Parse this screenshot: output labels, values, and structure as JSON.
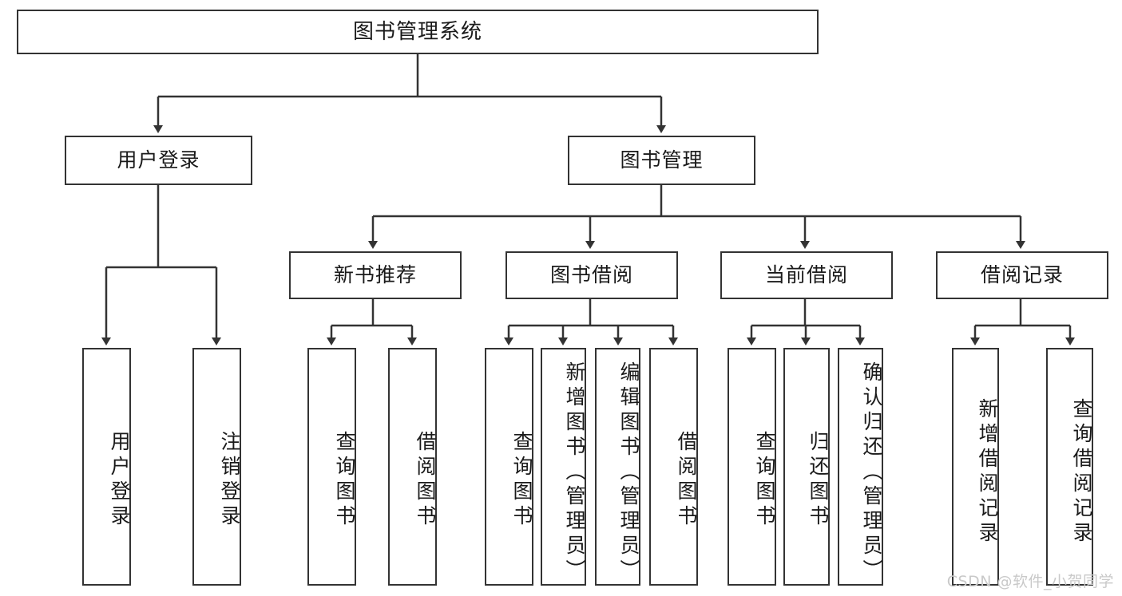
{
  "diagram": {
    "title": "图书管理系统",
    "watermark": "CSDN @软件_小贺同学",
    "stroke_color": "#333333",
    "background_color": "#ffffff",
    "text_color": "#1a1a1a",
    "watermark_color": "#c9c9c9",
    "nodes": {
      "root": {
        "label": "图书管理系统"
      },
      "level2": [
        {
          "id": "user-login",
          "label": "用户登录"
        },
        {
          "id": "book-manage",
          "label": "图书管理"
        }
      ],
      "level3": [
        {
          "id": "new-book-recommend",
          "label": "新书推荐"
        },
        {
          "id": "book-borrow",
          "label": "图书借阅"
        },
        {
          "id": "current-borrow",
          "label": "当前借阅"
        },
        {
          "id": "borrow-record",
          "label": "借阅记录"
        }
      ],
      "leaves": {
        "user_login": [
          {
            "id": "leaf-user-login",
            "label": "用户登录"
          },
          {
            "id": "leaf-user-logout",
            "label": "注销登录"
          }
        ],
        "new_book_recommend": [
          {
            "id": "leaf-query-book-1",
            "label": "查询图书"
          },
          {
            "id": "leaf-borrow-book-1",
            "label": "借阅图书"
          }
        ],
        "book_borrow": [
          {
            "id": "leaf-query-book-2",
            "label": "查询图书"
          },
          {
            "id": "leaf-add-book",
            "label": "新增图书（管理员）"
          },
          {
            "id": "leaf-edit-book",
            "label": "编辑图书（管理员）"
          },
          {
            "id": "leaf-borrow-book-2",
            "label": "借阅图书"
          }
        ],
        "current_borrow": [
          {
            "id": "leaf-query-book-3",
            "label": "查询图书"
          },
          {
            "id": "leaf-return-book",
            "label": "归还图书"
          },
          {
            "id": "leaf-confirm-return",
            "label": "确认归还（管理员）"
          }
        ],
        "borrow_record": [
          {
            "id": "leaf-add-record",
            "label": "新增借阅记录"
          },
          {
            "id": "leaf-query-record",
            "label": "查询借阅记录"
          }
        ]
      }
    }
  }
}
